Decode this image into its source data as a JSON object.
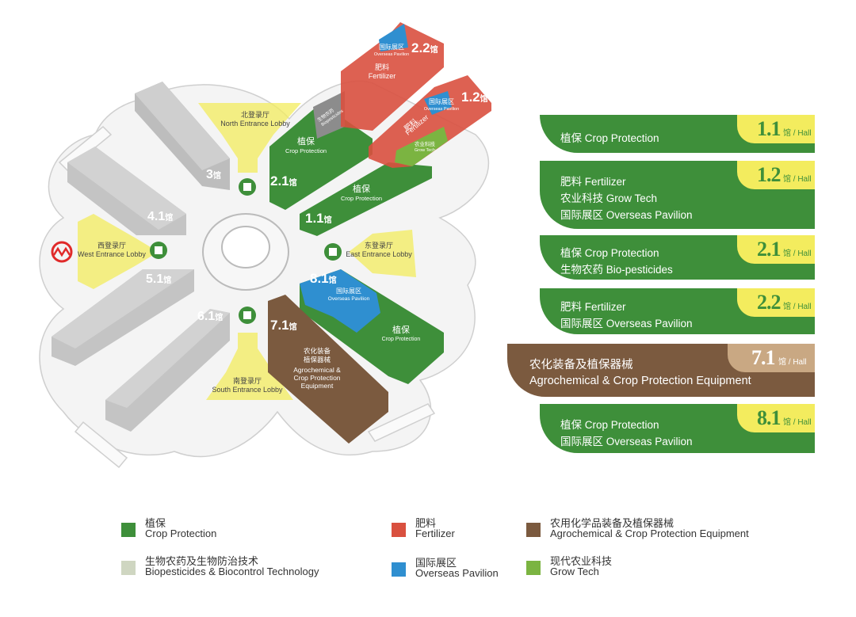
{
  "halls": [
    {
      "id": "1.1",
      "lines": [
        "植保 Crop Protection"
      ],
      "suffix": "馆 / Hall",
      "color": "#3e8f3a"
    },
    {
      "id": "1.2",
      "lines": [
        "肥料 Fertilizer",
        "农业科技 Grow Tech",
        "国际展区 Overseas Pavilion"
      ],
      "suffix": "馆 / Hall",
      "color": "#3e8f3a"
    },
    {
      "id": "2.1",
      "lines": [
        "植保 Crop Protection",
        "生物农药 Bio-pesticides"
      ],
      "suffix": "馆 / Hall",
      "color": "#3e8f3a"
    },
    {
      "id": "2.2",
      "lines": [
        "肥料 Fertilizer",
        "国际展区 Overseas Pavilion"
      ],
      "suffix": "馆 / Hall",
      "color": "#3e8f3a"
    },
    {
      "id": "7.1",
      "lines": [
        "农化装备及植保器械",
        "Agrochemical & Crop Protection Equipment"
      ],
      "suffix": "馆 / Hall",
      "color": "#7b5a3f"
    },
    {
      "id": "8.1",
      "lines": [
        "植保 Crop Protection",
        "国际展区 Overseas Pavilion"
      ],
      "suffix": "馆 / Hall",
      "color": "#3e8f3a"
    }
  ],
  "map": {
    "hall_suffix": "馆",
    "hall_numbers": {
      "h3": "3",
      "h41": "4.1",
      "h51": "5.1",
      "h61": "6.1",
      "h21": "2.1",
      "h11": "1.1",
      "h12": "1.2",
      "h22": "2.2",
      "h71": "7.1",
      "h81": "8.1"
    },
    "lobbies": {
      "north": {
        "zh": "北登录厅",
        "en": "North Entrance Lobby"
      },
      "west": {
        "zh": "西登录厅",
        "en": "West Entrance Lobby"
      },
      "east": {
        "zh": "东登录厅",
        "en": "East Entrance Lobby"
      },
      "south": {
        "zh": "南登录厅",
        "en": "South Entrance Lobby"
      }
    },
    "labels": {
      "crop_zh": "植保",
      "crop_en": "Crop Protection",
      "fert_zh": "肥料",
      "fert_en": "Fertilizer",
      "overseas_zh": "国际展区",
      "overseas_en": "Overseas Pavilion",
      "grow_zh": "农业科技",
      "grow_en": "Grow Tech",
      "bio_zh": "生物农药",
      "bio_en": "Biopesticides",
      "agro_zh1": "农化装备",
      "agro_zh2": "植保器械",
      "agro_en1": "Agrochemical &",
      "agro_en2": "Crop Protection",
      "agro_en3": "Equipment"
    }
  },
  "legend": [
    {
      "zh": "植保",
      "en": "Crop Protection",
      "color": "#3e8f3a"
    },
    {
      "zh": "肥料",
      "en": "Fertilizer",
      "color": "#d9503f"
    },
    {
      "zh": "农用化学品装备及植保器械",
      "en": "Agrochemical & Crop Protection Equipment",
      "color": "#7b5a3f"
    },
    {
      "zh": "生物农药及生物防治技术",
      "en": "Biopesticides & Biocontrol Technology",
      "color": "#cfd6c1"
    },
    {
      "zh": "国际展区",
      "en": "Overseas Pavilion",
      "color": "#2f8fd0"
    },
    {
      "zh": "现代农业科技",
      "en": "Grow Tech",
      "color": "#7bb441"
    }
  ]
}
